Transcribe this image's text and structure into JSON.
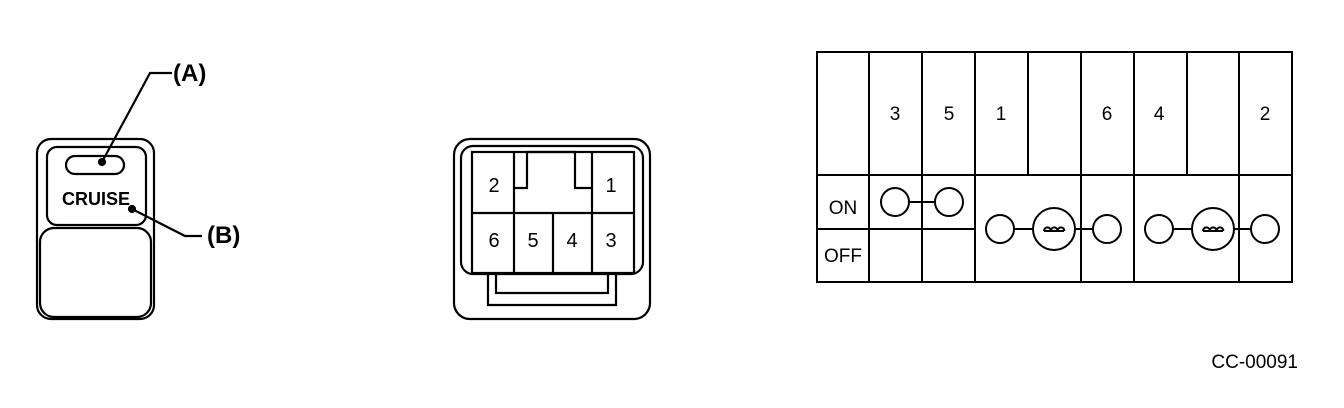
{
  "switch": {
    "callout_a": "(A)",
    "callout_b": "(B)",
    "button_text": "CRUISE"
  },
  "connector": {
    "pins_top": [
      "2",
      "1"
    ],
    "pins_bottom": [
      "6",
      "5",
      "4",
      "3"
    ]
  },
  "table": {
    "terminals": [
      "3",
      "5",
      "1",
      "",
      "6",
      "4",
      "",
      "2"
    ],
    "rows": [
      "ON",
      "OFF"
    ]
  },
  "figure_code": "CC-00091"
}
